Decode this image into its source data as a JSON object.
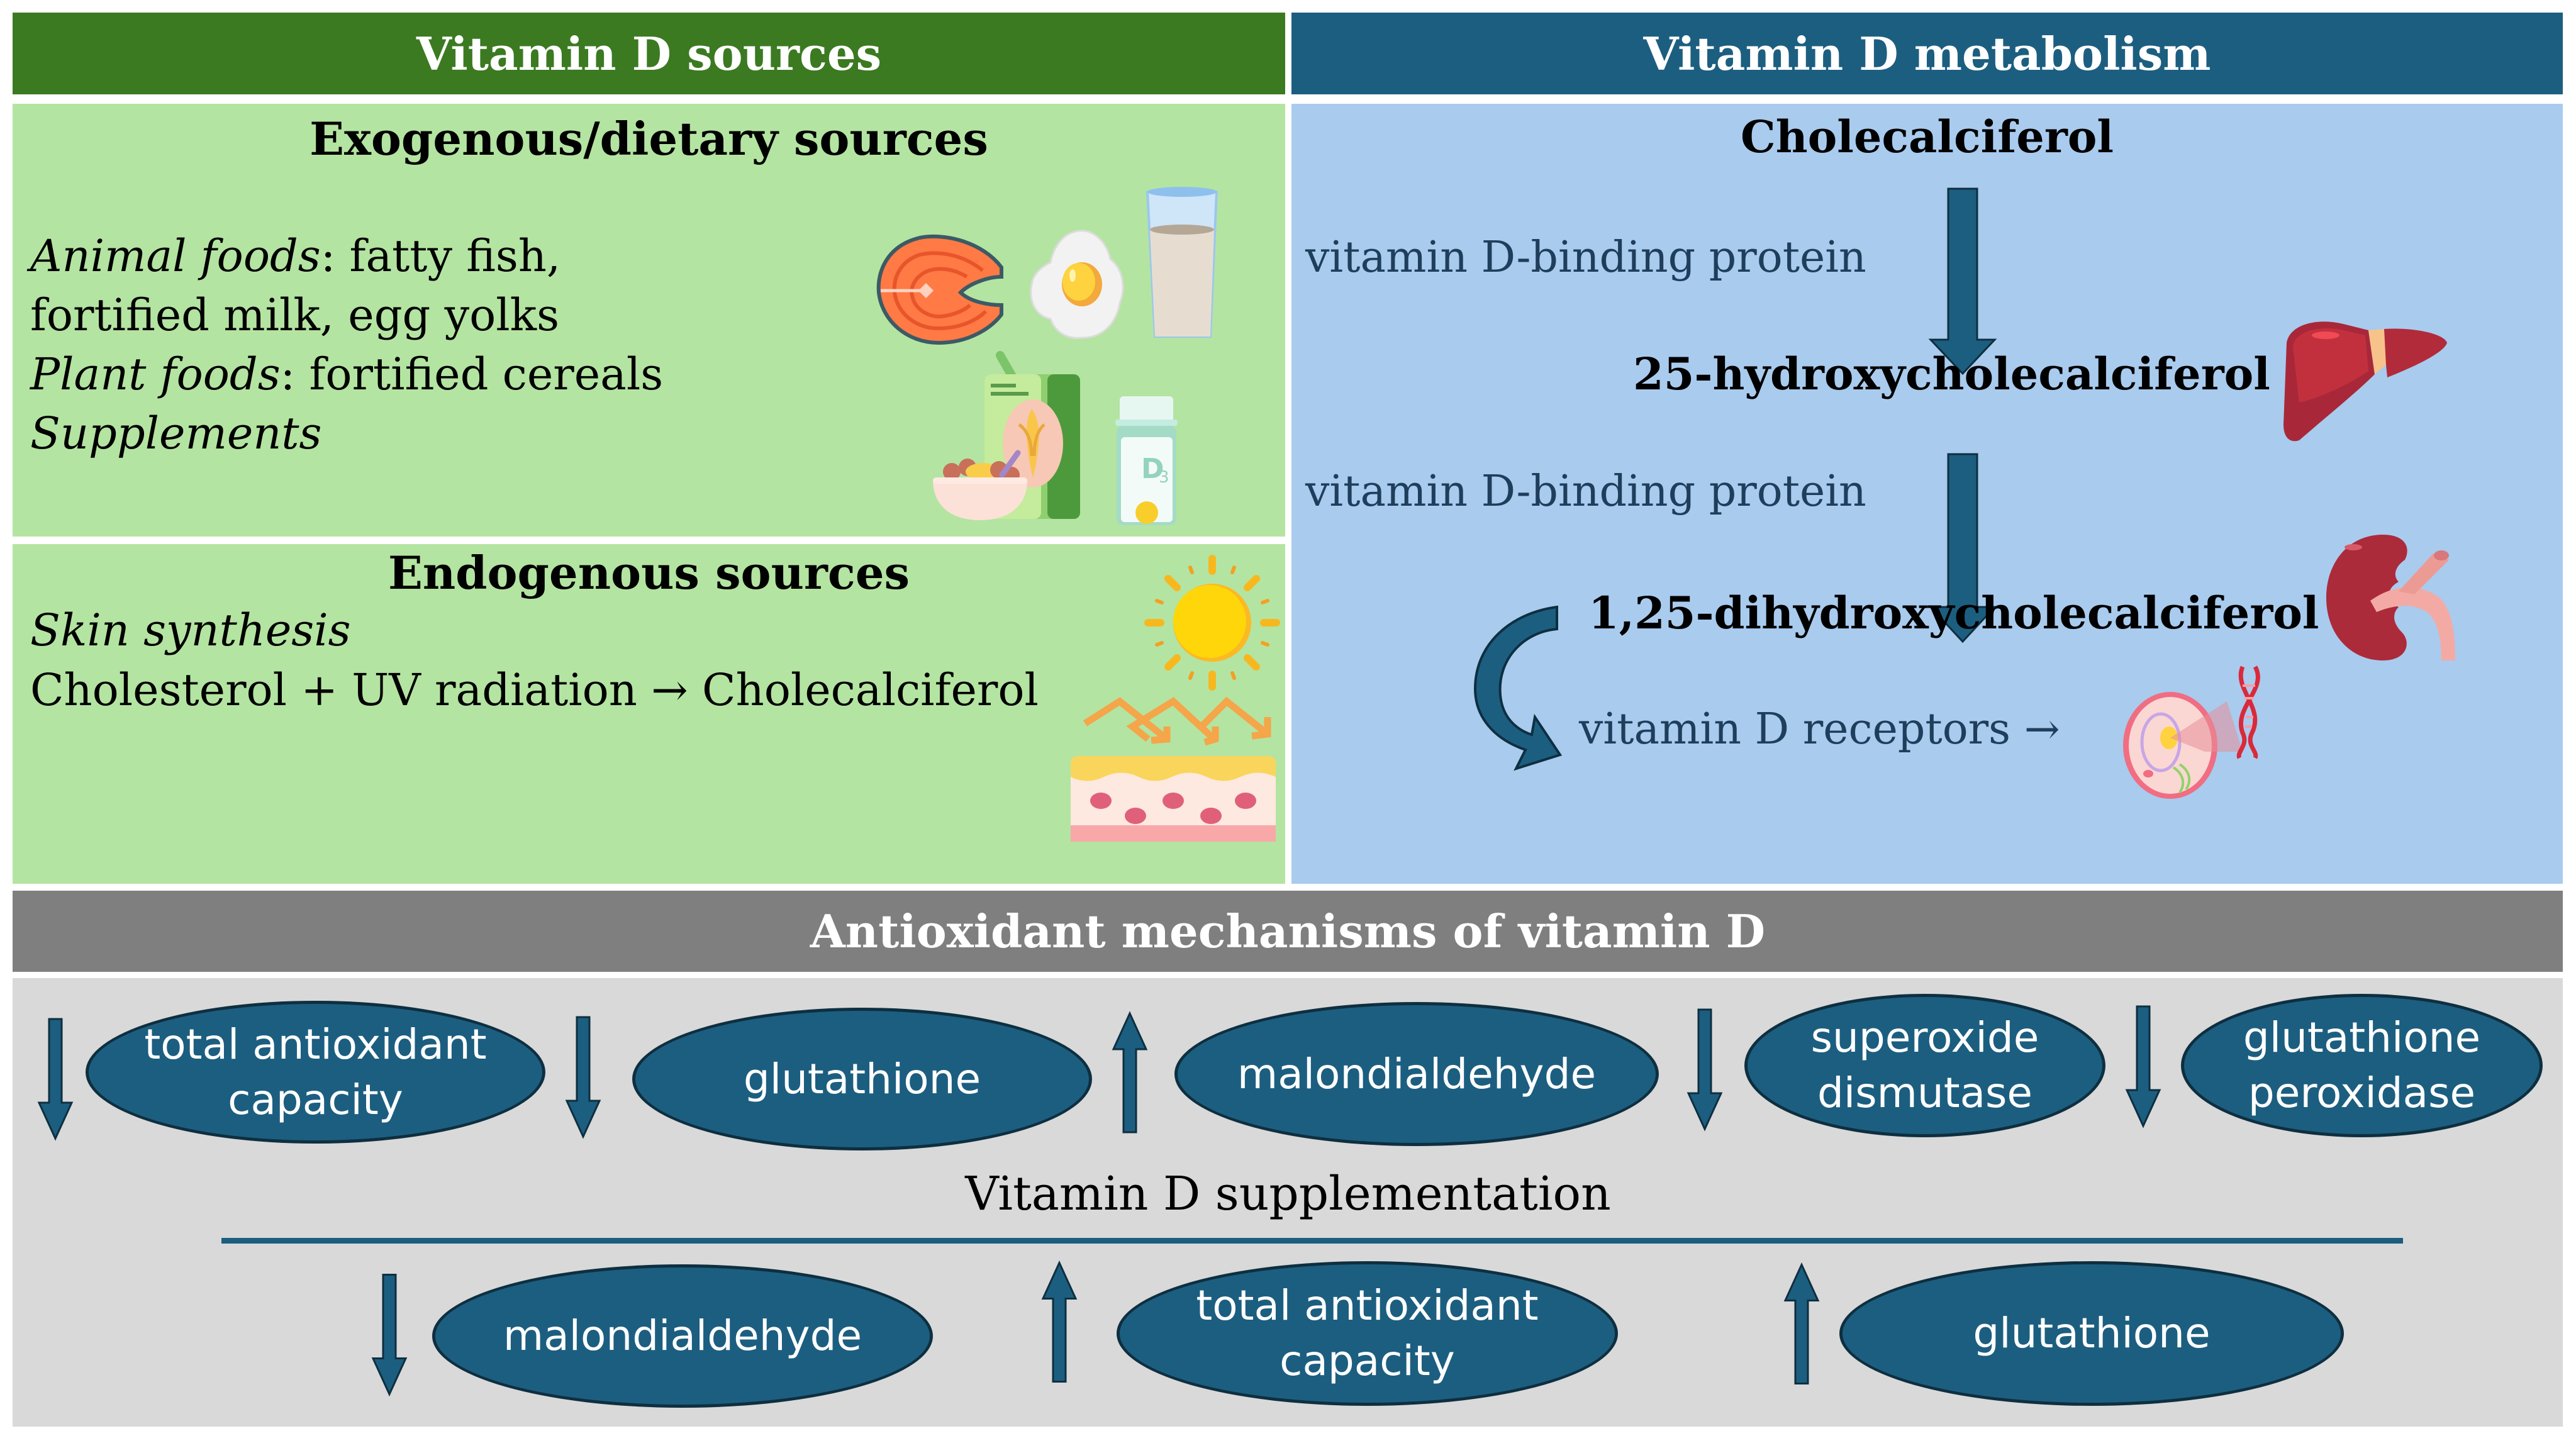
{
  "sources": {
    "header": "Vitamin D sources",
    "exogenous": {
      "title": "Exogenous/dietary sources",
      "lines": [
        {
          "italic": "Animal foods",
          "rest": ": fatty fish,"
        },
        {
          "italic": "",
          "rest": "fortified milk, egg yolks"
        },
        {
          "italic": "Plant foods",
          "rest": ": fortified cereals"
        },
        {
          "italic": "Supplements",
          "rest": ""
        }
      ],
      "icons": [
        "salmon-steak-icon",
        "fried-egg-icon",
        "milk-glass-icon",
        "cereal-box-icon",
        "cereal-bowl-icon",
        "d3-supplement-bottle-icon"
      ],
      "bottle_label": "D",
      "bottle_sub": "3"
    },
    "endogenous": {
      "title": "Endogenous sources",
      "subtitle": "Skin synthesis",
      "reaction": "Cholesterol + UV radiation → Cholecalciferol",
      "icons": [
        "sun-icon",
        "uv-rays-icon",
        "skin-layer-icon"
      ]
    }
  },
  "metabolism": {
    "header": "Vitamin D metabolism",
    "steps": [
      {
        "compound": "Cholecalciferol"
      },
      {
        "carrier": "vitamin D-binding protein",
        "compound": "25-hydroxycholecalciferol",
        "organ": "liver-icon"
      },
      {
        "carrier": "vitamin D-binding protein",
        "compound": "1,25-dihydroxycholecalciferol",
        "organ": "kidney-icon"
      }
    ],
    "receptors": "vitamin D receptors →",
    "target": "cell-dna-icon"
  },
  "antioxidant": {
    "header": "Antioxidant mechanisms of vitamin D",
    "deficiency_row": [
      {
        "direction": "down",
        "lines": [
          "total antioxidant",
          "capacity"
        ]
      },
      {
        "direction": "down",
        "lines": [
          "glutathione"
        ]
      },
      {
        "direction": "up",
        "lines": [
          "malondialdehyde"
        ]
      },
      {
        "direction": "down",
        "lines": [
          "superoxide",
          "dismutase"
        ]
      },
      {
        "direction": "down",
        "lines": [
          "glutathione",
          "peroxidase"
        ]
      }
    ],
    "supplementation_label": "Vitamin D supplementation",
    "supplementation_row": [
      {
        "direction": "down",
        "lines": [
          "malondialdehyde"
        ]
      },
      {
        "direction": "up",
        "lines": [
          "total antioxidant",
          "capacity"
        ]
      },
      {
        "direction": "up",
        "lines": [
          "glutathione"
        ]
      }
    ]
  },
  "colors": {
    "green_header": "#3b7a21",
    "green_panel": "#b4e4a1",
    "blue_header": "#1c5e80",
    "blue_panel": "#a9cbee",
    "gray_header": "#7f7f7f",
    "gray_panel": "#d9d9d9",
    "arrow": "#1c5e80"
  }
}
